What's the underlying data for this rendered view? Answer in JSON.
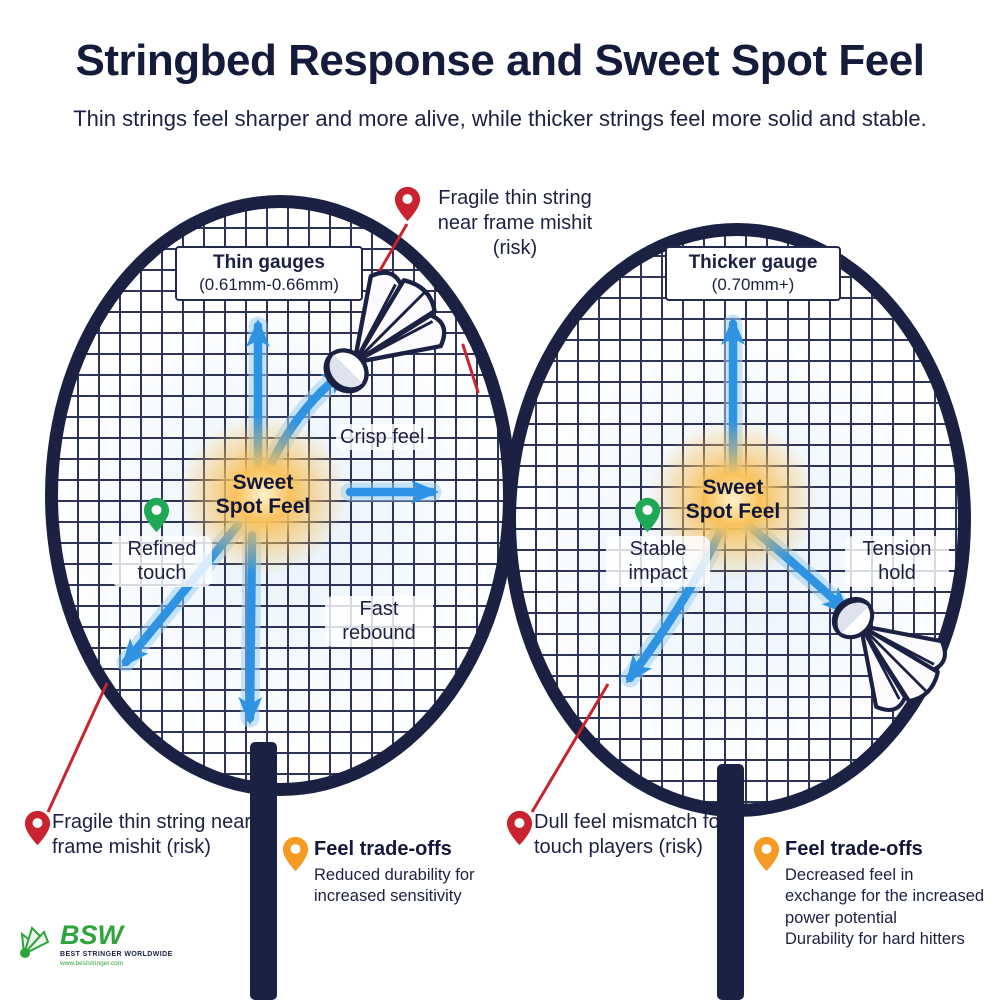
{
  "header": {
    "title": "Stringbed Response and Sweet Spot Feel",
    "subtitle": "Thin strings feel sharper and more alive, while thicker strings feel more solid and stable."
  },
  "left": {
    "gauge_title": "Thin gauges",
    "gauge_range": "(0.61mm-0.66mm)",
    "sweet_spot": "Sweet Spot Feel",
    "top_risk": "Fragile thin string near frame mishit (risk)",
    "crisp_feel": "Crisp feel",
    "refined_touch": "Refined touch",
    "fast_rebound": "Fast rebound",
    "bottom_risk": "Fragile thin string near frame mishit (risk)",
    "tradeoff_title": "Feel trade-offs",
    "tradeoff_body": "Reduced durability for increased sensitivity"
  },
  "right": {
    "gauge_title": "Thicker gauge",
    "gauge_range": "(0.70mm+)",
    "sweet_spot": "Sweet Spot Feel",
    "stable_impact": "Stable impact",
    "tension_hold": "Tension hold",
    "bottom_risk": "Dull feel mismatch for touch players (risk)",
    "tradeoff_title": "Feel trade-offs",
    "tradeoff_body_1": "Decreased feel in exchange for the increased power potential",
    "tradeoff_body_2": "Durability for hard hitters"
  },
  "logo": {
    "name": "BSW",
    "tagline": "BEST STRINGER WORLDWIDE",
    "url": "www.beststringer.com"
  },
  "colors": {
    "navy": "#1b2142",
    "arrow_blue": "#2e93e2",
    "risk_red": "#c8232f",
    "pin_green": "#1fa855",
    "pin_orange": "#f59a23",
    "sweet_spot_glow": "#f9c25c"
  }
}
